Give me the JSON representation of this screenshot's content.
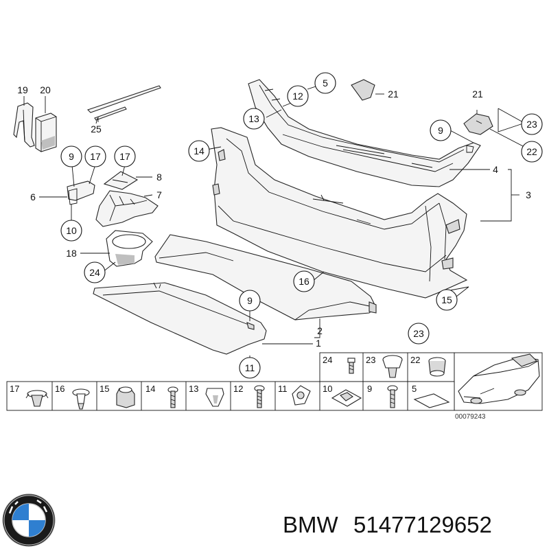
{
  "callouts": {
    "c1": "1",
    "c2": "2",
    "c3": "3",
    "c4": "4",
    "c5": "5",
    "c6": "6",
    "c7": "7",
    "c8": "8",
    "c9a": "9",
    "c9b": "9",
    "c9c": "9",
    "c10": "10",
    "c11": "11",
    "c12": "12",
    "c13": "13",
    "c14": "14",
    "c15": "15",
    "c16": "16",
    "c17a": "17",
    "c17b": "17",
    "c18": "18",
    "c19": "19",
    "c20": "20",
    "c21a": "21",
    "c21b": "21",
    "c22": "22",
    "c23a": "23",
    "c23b": "23",
    "c24": "24",
    "c25": "25"
  },
  "parts_table": {
    "bottom_row": [
      "17",
      "16",
      "15",
      "14",
      "13",
      "12",
      "11",
      "10",
      "9",
      "5"
    ],
    "top_row": [
      "24",
      "23",
      "22"
    ]
  },
  "diagram_code": "00079243",
  "caption": {
    "brand": "BMW",
    "part_number": "51477129652"
  },
  "colors": {
    "line": "#111111",
    "part_fill": "#f4f4f4",
    "logo_blue": "#2f7fd0",
    "logo_ring": "#1a1a1a"
  }
}
